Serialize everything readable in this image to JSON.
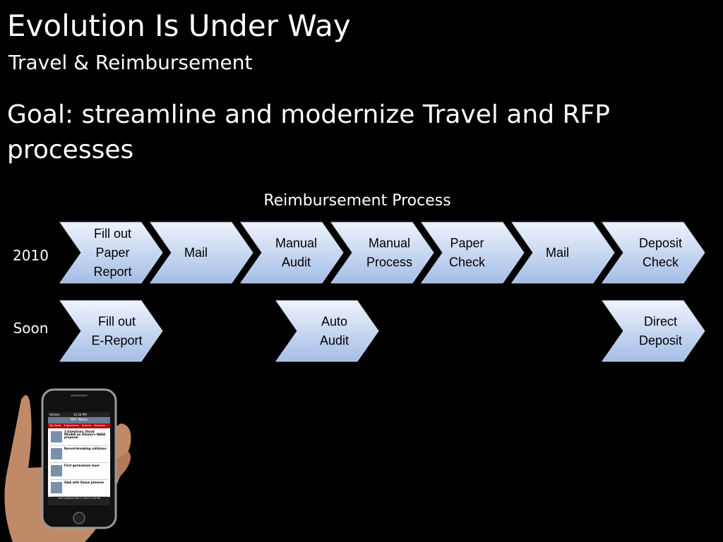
{
  "slide": {
    "title": "Evolution Is Under Way",
    "subtitle": "Travel & Reimbursement",
    "goal": "Goal: streamline and modernize Travel and RFP processes"
  },
  "diagram": {
    "title": "Reimbursement Process",
    "rows": [
      {
        "label": "2010",
        "steps": [
          {
            "lines": [
              "Fill out",
              "Paper",
              "Report"
            ]
          },
          {
            "lines": [
              "Mail"
            ]
          },
          {
            "lines": [
              "Manual",
              "Audit"
            ]
          },
          {
            "lines": [
              "Manual",
              "Process"
            ]
          },
          {
            "lines": [
              "Paper",
              "Check"
            ]
          },
          {
            "lines": [
              "Mail"
            ]
          },
          {
            "lines": [
              "Deposit",
              "Check"
            ]
          }
        ]
      },
      {
        "label": "Soon",
        "steps": [
          {
            "lines": [
              "Fill out",
              "E-Report"
            ]
          },
          {
            "lines": [
              "Auto",
              "Audit"
            ]
          },
          {
            "lines": [
              "Direct",
              "Deposit"
            ]
          }
        ]
      }
    ]
  },
  "phone": {
    "status_carrier": "Verizon",
    "status_time": "12:34 PM",
    "app_title": "MIT News",
    "tabs": [
      "Top News",
      "Engineering",
      "Science",
      "Business"
    ],
    "headlines": [
      "3 Questions: David Mindell on Obama's NASA proposal",
      "Record-breaking collisions",
      "First germanium laser",
      "Q&A with Simon Johnson"
    ],
    "footer": "Last updated Feb 5, 2010 2:18 PM"
  },
  "colors": {
    "chevron_top": "#eef3fc",
    "chevron_bottom": "#a4bde6",
    "background": "#000000"
  }
}
